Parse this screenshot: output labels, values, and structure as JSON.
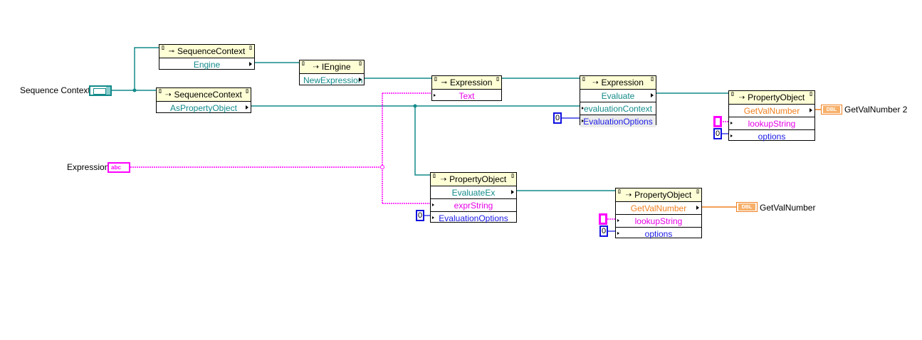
{
  "colors": {
    "refnum_wire": "#138a8a",
    "string_wire": "#ff00ff",
    "numeric_wire": "#1010e0",
    "dbl_wire": "#f08020",
    "header_bg": "#ffffd6"
  },
  "terminals": {
    "sequence_context": {
      "label": "Sequence Context",
      "icon": "refnum-icon"
    },
    "expression": {
      "label": "Expression",
      "icon": "abc-string-icon",
      "glyph": "abc"
    },
    "getvalnumber2": {
      "label": "GetValNumber 2",
      "glyph": "DBL"
    },
    "getvalnumber": {
      "label": "GetValNumber",
      "glyph": "DBL"
    }
  },
  "constants": {
    "zero": "0"
  },
  "nodes": {
    "seqctx_prop": {
      "class": "SequenceContext",
      "kind": "property-node-icon",
      "rows": [
        "Engine"
      ]
    },
    "seqctx_invoke": {
      "class": "SequenceContext",
      "kind": "invoke-node-icon",
      "rows": [
        "AsPropertyObject"
      ]
    },
    "iengine": {
      "class": "IEngine",
      "kind": "invoke-node-icon",
      "rows": [
        "NewExpression"
      ]
    },
    "expr_prop": {
      "class": "Expression",
      "kind": "property-node-icon",
      "rows": [
        "Text"
      ]
    },
    "expr_eval": {
      "class": "Expression",
      "kind": "invoke-node-icon",
      "rows": [
        "Evaluate",
        "evaluationContext",
        "EvaluationOptions"
      ]
    },
    "po_getval_top": {
      "class": "PropertyObject",
      "kind": "invoke-node-icon",
      "rows": [
        "GetValNumber",
        "lookupString",
        "options"
      ]
    },
    "po_evalex": {
      "class": "PropertyObject",
      "kind": "invoke-node-icon",
      "rows": [
        "EvaluateEx",
        "exprString",
        "EvaluationOptions"
      ]
    },
    "po_getval_bottom": {
      "class": "PropertyObject",
      "kind": "invoke-node-icon",
      "rows": [
        "GetValNumber",
        "lookupString",
        "options"
      ]
    }
  }
}
